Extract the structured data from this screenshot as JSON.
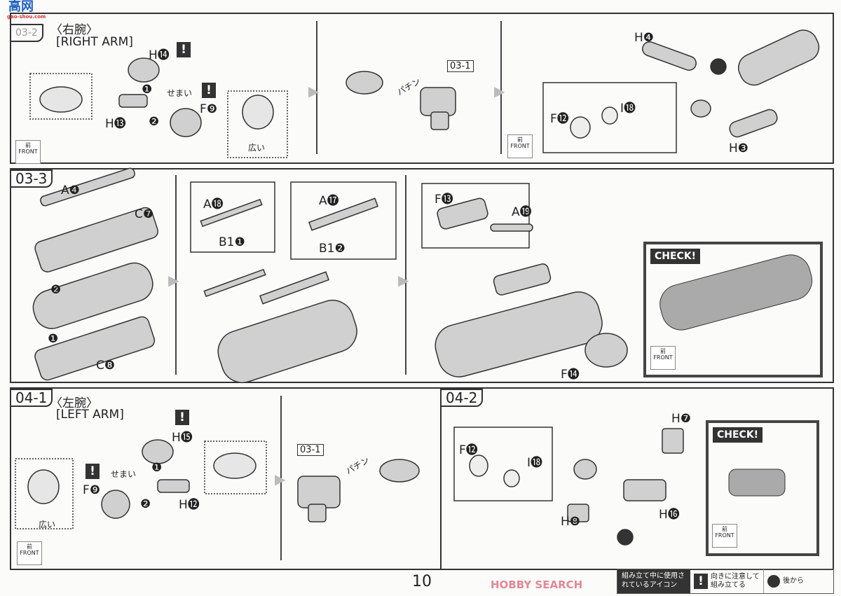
{
  "watermark_top": {
    "logo": "高网",
    "sub": "gao-shou.com"
  },
  "steps": {
    "s03_2": {
      "label": "03-2",
      "jp": "〈右腕〉",
      "en": "[RIGHT ARM]"
    },
    "s03_3": {
      "label": "03-3"
    },
    "s04_1": {
      "label": "04-1",
      "jp": "〈左腕〉",
      "en": "[LEFT ARM]"
    },
    "s04_2": {
      "label": "04-2"
    }
  },
  "parts": {
    "h14": "H⓮",
    "h13": "H⓭",
    "f9": "F❾",
    "ref03_1": "03-1",
    "h4": "H❹",
    "h3": "H❸",
    "f12": "F⓬",
    "i18": "I⓲",
    "a4": "A❹",
    "c7": "C❼",
    "c8": "C❽",
    "a18": "A⓲",
    "b1_1": "B1❶",
    "a17": "A⓱",
    "b1_2": "B1❷",
    "f13": "F⓭",
    "a19": "A⓳",
    "f14": "F⓮",
    "h15": "H⓯",
    "h12": "H⓬",
    "h7": "H❼",
    "h16": "H⓰",
    "h8": "H❽"
  },
  "order": {
    "one": "❶",
    "two": "❷"
  },
  "notes": {
    "narrow": "せまい",
    "wide": "広い",
    "snap": "パチン",
    "warn": "!"
  },
  "front": {
    "jp": "前",
    "en": "FRONT"
  },
  "check": "CHECK!",
  "page_number": "10",
  "legend": {
    "title": "組み立て中に使用されているアイコン",
    "warn_text": "向きに注意して組み立てる",
    "back_text": "後から",
    "watermark": "HOBBY SEARCH"
  },
  "colors": {
    "ink": "#333333",
    "part": "#c8c8c8",
    "page": "#fbfbfa"
  }
}
